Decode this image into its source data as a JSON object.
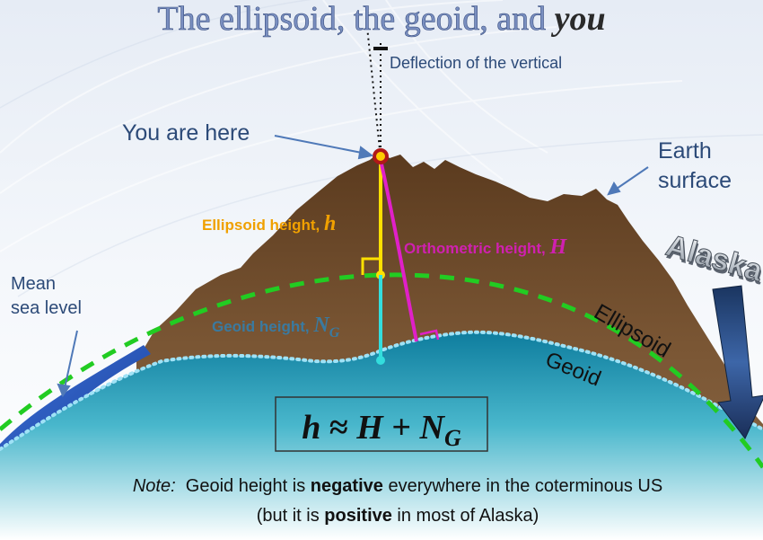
{
  "title": {
    "main": "The ellipsoid, the geoid, and ",
    "emph": "you"
  },
  "labels": {
    "deflection": "Deflection of the vertical",
    "you_are_here": "You are here",
    "earth_surface_1": "Earth",
    "earth_surface_2": "surface",
    "ellipsoid_height": "Ellipsoid height, ",
    "ellipsoid_height_symbol": "h",
    "orthometric_height": "Orthometric height, ",
    "orthometric_height_symbol": "H",
    "geoid_height": "Geoid height, ",
    "geoid_height_symbol": "N",
    "geoid_height_sub": "G",
    "mean_sea_level_1": "Mean",
    "mean_sea_level_2": "sea level",
    "ellipsoid": "Ellipsoid",
    "geoid": "Geoid",
    "alaska": "Alaska"
  },
  "formula": {
    "lhs": "h",
    "approx": " ≈ ",
    "term1": "H",
    "plus": " + ",
    "term2": "N",
    "sub": "G"
  },
  "note": {
    "prefix": "Note:",
    "line1_a": "  Geoid height is ",
    "line1_bold": "negative",
    "line1_b": " everywhere in the coterminous US",
    "line2_a": "(but it is ",
    "line2_bold": "positive",
    "line2_b": " in most of Alaska)"
  },
  "colors": {
    "title": "#7a8fc0",
    "earth": "#6b4a2b",
    "ocean": "#1f8eaa",
    "ellipsoid_line": "#22cc22",
    "geoid_line": "#7fd6f2",
    "ellipsoid_height": "#ffdd00",
    "orthometric": "#e020c8",
    "geoid_height_line": "#33dddd",
    "label_blue": "#2c4a78",
    "label_orange": "#f0a000",
    "label_magenta": "#d020b0",
    "label_cyan": "#3a7aa0"
  }
}
